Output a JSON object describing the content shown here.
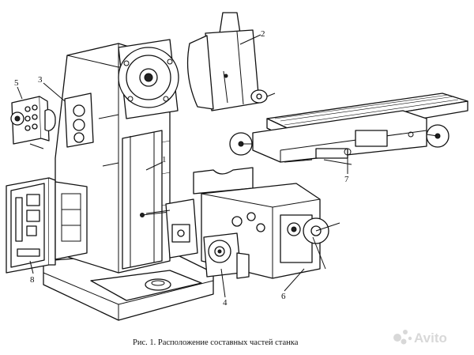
{
  "figure": {
    "caption": "Рис. 1. Расположение составных частей станка",
    "labels": {
      "p1": "1",
      "p2": "2",
      "p3": "3",
      "p4": "4",
      "p5": "5",
      "p6": "6",
      "p7": "7",
      "p8": "8"
    }
  },
  "watermark": {
    "brand": "Avito",
    "color": "#d4d4d4"
  }
}
